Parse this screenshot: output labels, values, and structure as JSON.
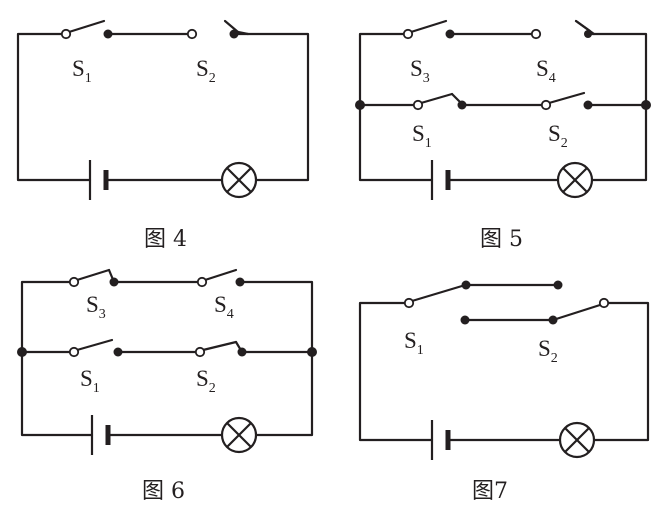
{
  "figures": [
    {
      "caption": "图 4",
      "switches": [
        {
          "letter": "S",
          "index": "1"
        },
        {
          "letter": "S",
          "index": "2"
        }
      ]
    },
    {
      "caption": "图 5",
      "switches": [
        {
          "letter": "S",
          "index": "3"
        },
        {
          "letter": "S",
          "index": "4"
        },
        {
          "letter": "S",
          "index": "1"
        },
        {
          "letter": "S",
          "index": "2"
        }
      ]
    },
    {
      "caption": "图 6",
      "switches": [
        {
          "letter": "S",
          "index": "3"
        },
        {
          "letter": "S",
          "index": "4"
        },
        {
          "letter": "S",
          "index": "1"
        },
        {
          "letter": "S",
          "index": "2"
        }
      ]
    },
    {
      "caption": "图7",
      "switches": [
        {
          "letter": "S",
          "index": "1"
        },
        {
          "letter": "S",
          "index": "2"
        }
      ]
    }
  ]
}
